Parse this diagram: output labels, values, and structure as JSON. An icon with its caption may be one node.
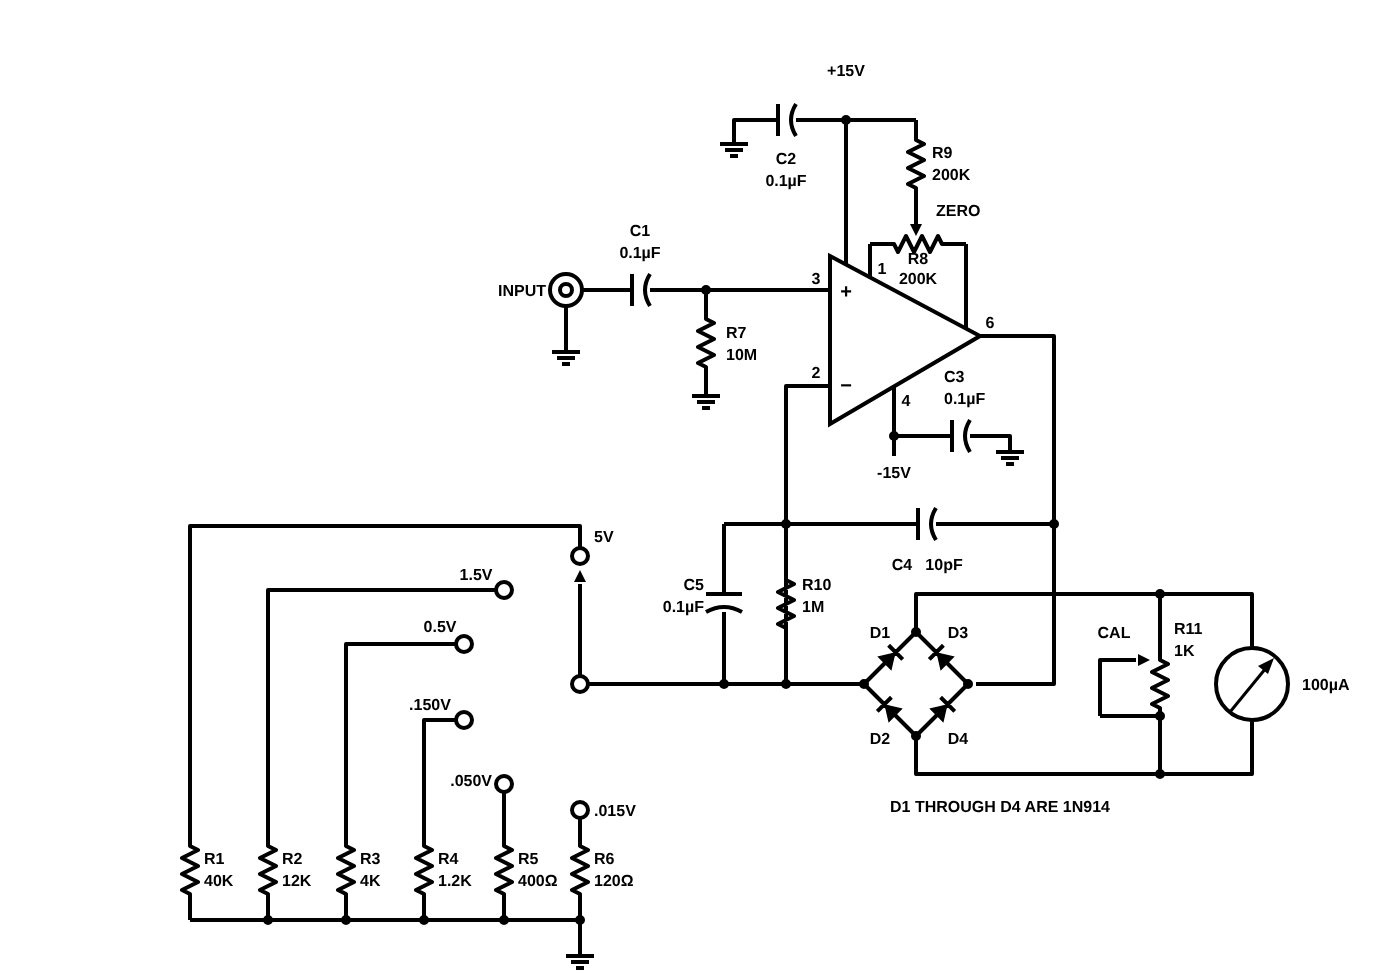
{
  "diagram": {
    "labels": [
      "+15V",
      "C2",
      "0.1µF",
      "R9",
      "200K",
      "ZERO",
      "C1",
      "0.1µF",
      "R8",
      "200K",
      "INPUT",
      "3",
      "+",
      "1",
      "6",
      "R7",
      "10M",
      "2",
      "−",
      "4",
      "C3",
      "0.1µF",
      "-15V",
      "5V",
      "1.5V",
      "0.5V",
      ".150V",
      ".050V",
      ".015V",
      "C5",
      "0.1µF",
      "R10",
      "1M",
      "C4",
      "10pF",
      "D1",
      "D3",
      "CAL",
      "R11",
      "1K",
      "100µA",
      "D2",
      "D4",
      "D1 THROUGH D4 ARE 1N914",
      "R1",
      "40K",
      "R2",
      "12K",
      "R3",
      "4K",
      "R4",
      "1.2K",
      "R5",
      "400Ω",
      "R6",
      "120Ω"
    ]
  }
}
